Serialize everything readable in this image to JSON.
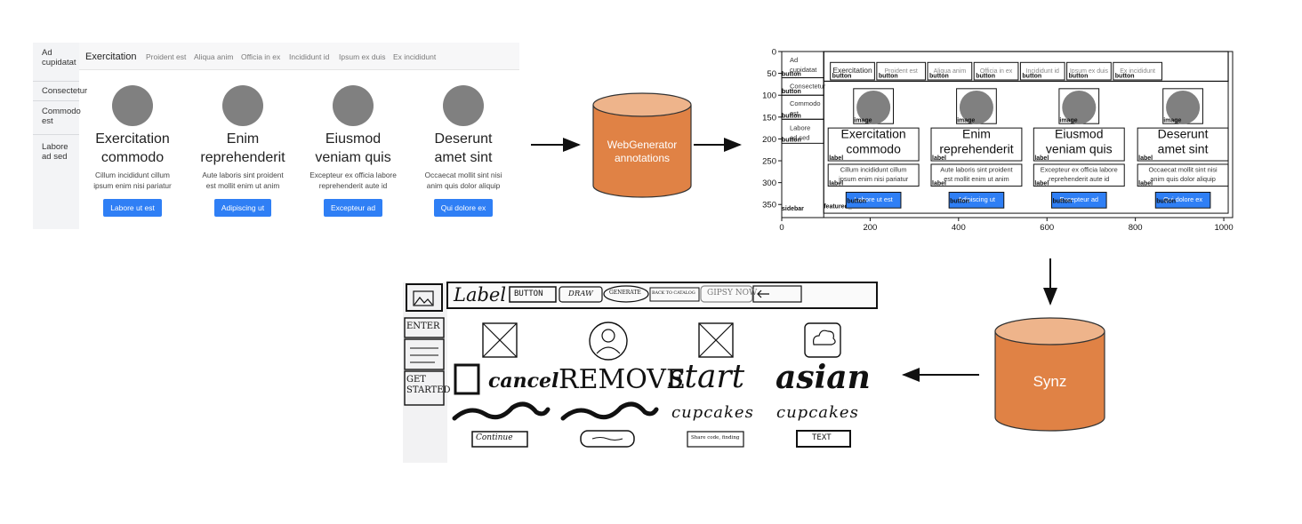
{
  "ui_mockup": {
    "sidebar": [
      {
        "lines": [
          "Ad",
          "cupidatat"
        ]
      },
      {
        "lines": [
          "Consectetur"
        ]
      },
      {
        "lines": [
          "Commodo",
          "est"
        ]
      },
      {
        "lines": [
          "Labore",
          "ad sed"
        ]
      }
    ],
    "brand": "Exercitation",
    "nav": [
      "Proident est",
      "Aliqua anim",
      "Officia in ex",
      "Incididunt id",
      "Ipsum ex duis",
      "Ex incididunt"
    ],
    "cards": [
      {
        "title": [
          "Exercitation",
          "commodo"
        ],
        "text": [
          "Cillum incididunt cillum",
          "ipsum enim nisi pariatur"
        ],
        "button": "Labore ut est"
      },
      {
        "title": [
          "Enim",
          "reprehenderit"
        ],
        "text": [
          "Aute laboris sint proident",
          "est mollit enim ut anim"
        ],
        "button": "Adipiscing ut"
      },
      {
        "title": [
          "Eiusmod",
          "veniam quis"
        ],
        "text": [
          "Excepteur ex officia labore",
          "reprehenderit aute id"
        ],
        "button": "Excepteur ad"
      },
      {
        "title": [
          "Deserunt",
          "amet sint"
        ],
        "text": [
          "Occaecat mollit sint nisi",
          "anim quis dolor aliquip"
        ],
        "button": "Qui dolore ex"
      }
    ],
    "colors": {
      "button": "#2f7ff5",
      "avatar": "#808080",
      "sidebar_bg": "#f3f4f6"
    }
  },
  "cylinders": {
    "webgenerator": {
      "lines": [
        "WebGenerator",
        "annotations"
      ],
      "color": "#e08245"
    },
    "synz": {
      "lines": [
        "Synz"
      ],
      "color": "#e08245"
    }
  },
  "annotated_plot": {
    "x_ticks": [
      "0",
      "200",
      "400",
      "600",
      "800",
      "1000"
    ],
    "y_ticks": [
      "0",
      "50",
      "100",
      "150",
      "200",
      "250",
      "300",
      "350"
    ],
    "tags": {
      "button": "button",
      "image": "image",
      "label": "label",
      "sidebar": "sidebar",
      "featured_items": "featured_items"
    }
  },
  "sketch": {
    "top_words": [
      "Label",
      "BUTTON",
      "DRAW",
      "GENERATE",
      "BACK TO CATALOG",
      "GIPSY NOW"
    ],
    "sidebar_words": [
      "ENTER",
      "GET STARTED"
    ],
    "big_words": [
      "cancel",
      "REMOVE",
      "start",
      "asian"
    ],
    "sub_words": [
      "cupcakes",
      "cupcakes"
    ],
    "button_words": [
      "Continue",
      "Share code, finding",
      "TEXT"
    ]
  }
}
